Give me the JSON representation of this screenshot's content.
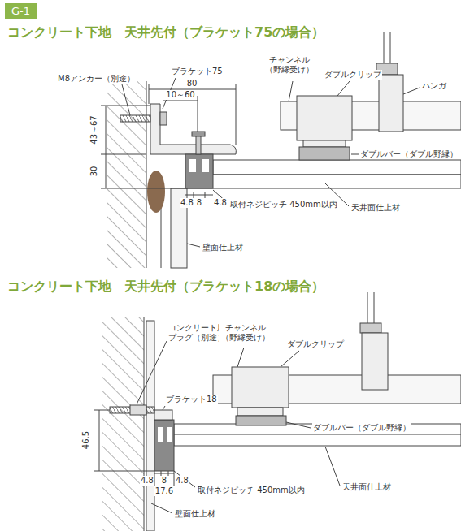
{
  "diagram": {
    "nodes": [
      {
        "text": [
          "G-1"
        ]
      }
    ],
    "labels": [
      "コンクリート下地　天井先付（ブラケット75の場合）",
      "M8アンカー（別途）",
      "ブラケット75",
      "80",
      "10～60",
      "43～67",
      "30",
      "チャンネル （野縁受け）",
      "ダブルクリップ",
      "ハンガ",
      "ダブルバー（ダブル野縁）",
      "4.8",
      "8",
      "4.8",
      "取付ネジピッチ 450mm以内",
      "天井面仕上材",
      "壁面仕上材",
      "コンクリート下地　天井先付（ブラケット18の場合）",
      "コンクリート用 プラグ（別途）",
      "チャンネル （野縁受け）",
      "ダブルクリップ",
      "ブラケット18",
      "46.5",
      "ダブルバー（ダブル野縁）",
      "4.8",
      "8",
      "4.8",
      "17.6",
      "取付ネジピッチ 450mm以内",
      "天井面仕上材",
      "壁面仕上材"
    ]
  }
}
